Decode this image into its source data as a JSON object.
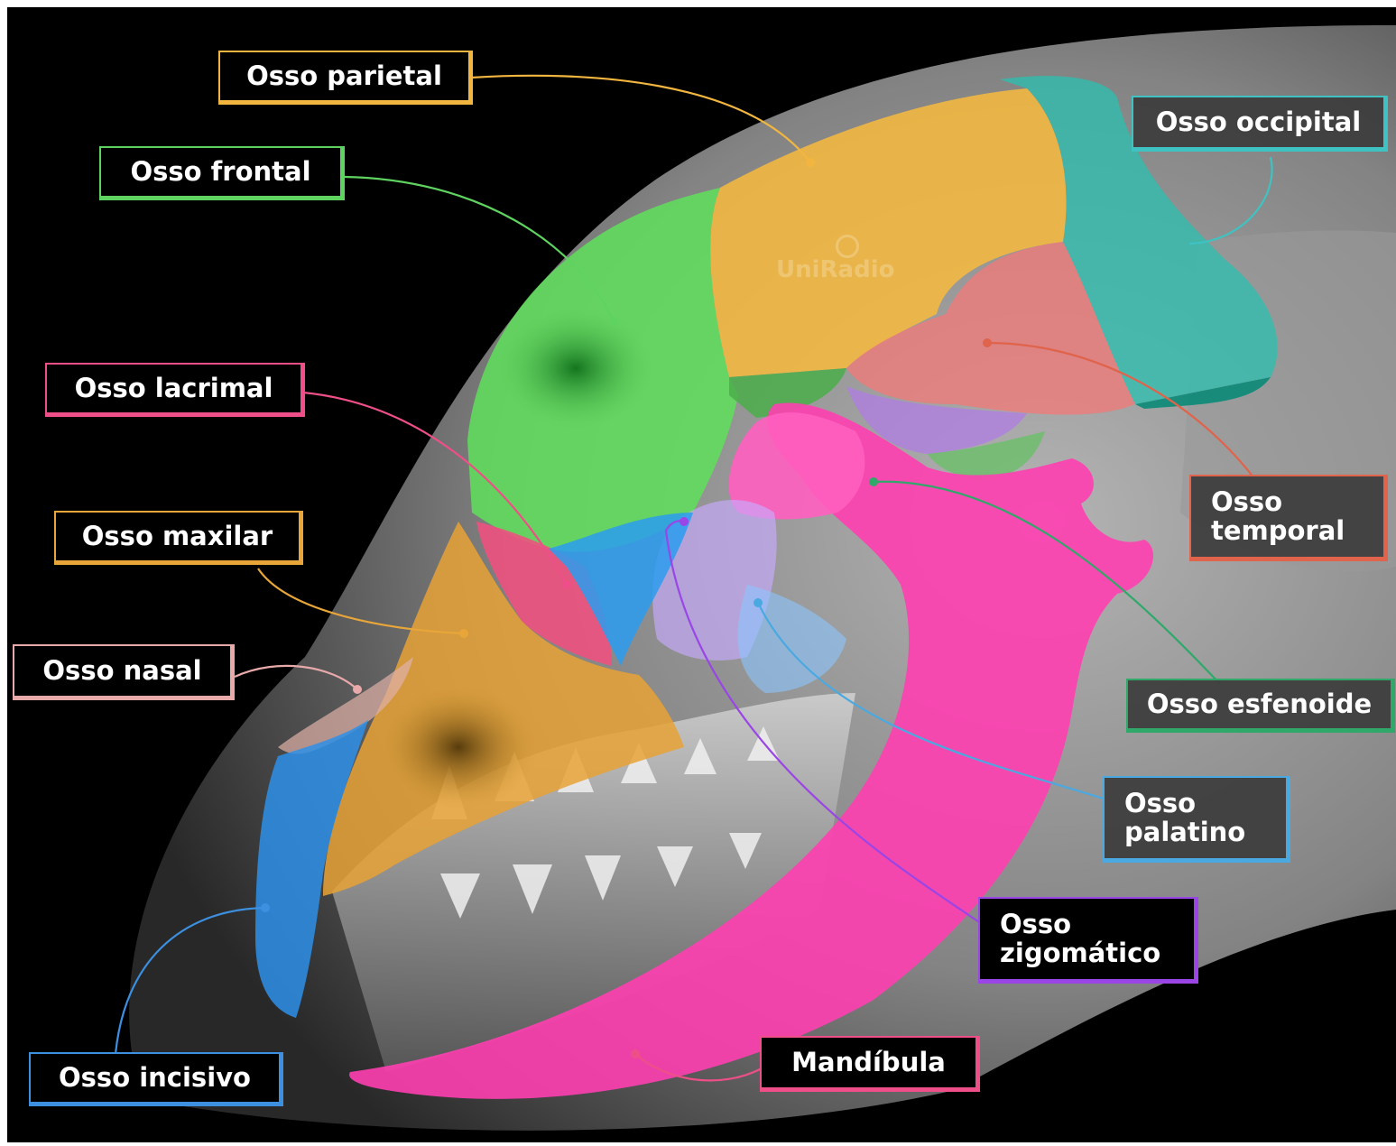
{
  "diagram": {
    "watermark": "UniRadio",
    "labels": [
      {
        "id": "parietal",
        "text": "Osso parietal",
        "color": "#f2b640"
      },
      {
        "id": "frontal",
        "text": "Osso frontal",
        "color": "#5fd35f"
      },
      {
        "id": "lacrimal",
        "text": "Osso lacrimal",
        "color": "#ee4f88"
      },
      {
        "id": "maxilar",
        "text": "Osso maxilar",
        "color": "#e8a63a"
      },
      {
        "id": "nasal",
        "text": "Osso nasal",
        "color": "#e7a9a9"
      },
      {
        "id": "incisivo",
        "text": "Osso incisivo",
        "color": "#3d8fe0"
      },
      {
        "id": "occipital",
        "text": "Osso occipital",
        "color": "#3fc2c2"
      },
      {
        "id": "temporal",
        "text": "Osso\ntemporal",
        "color": "#e0634b"
      },
      {
        "id": "esfenoide",
        "text": "Osso esfenoide",
        "color": "#2fa86a"
      },
      {
        "id": "palatino",
        "text": "Osso\npalatino",
        "color": "#4aa9e0"
      },
      {
        "id": "zigomatico",
        "text": "Osso\nzigomático",
        "color": "#9a45e6"
      },
      {
        "id": "mandibula",
        "text": "Mandíbula",
        "color": "#ee4f88"
      }
    ]
  }
}
